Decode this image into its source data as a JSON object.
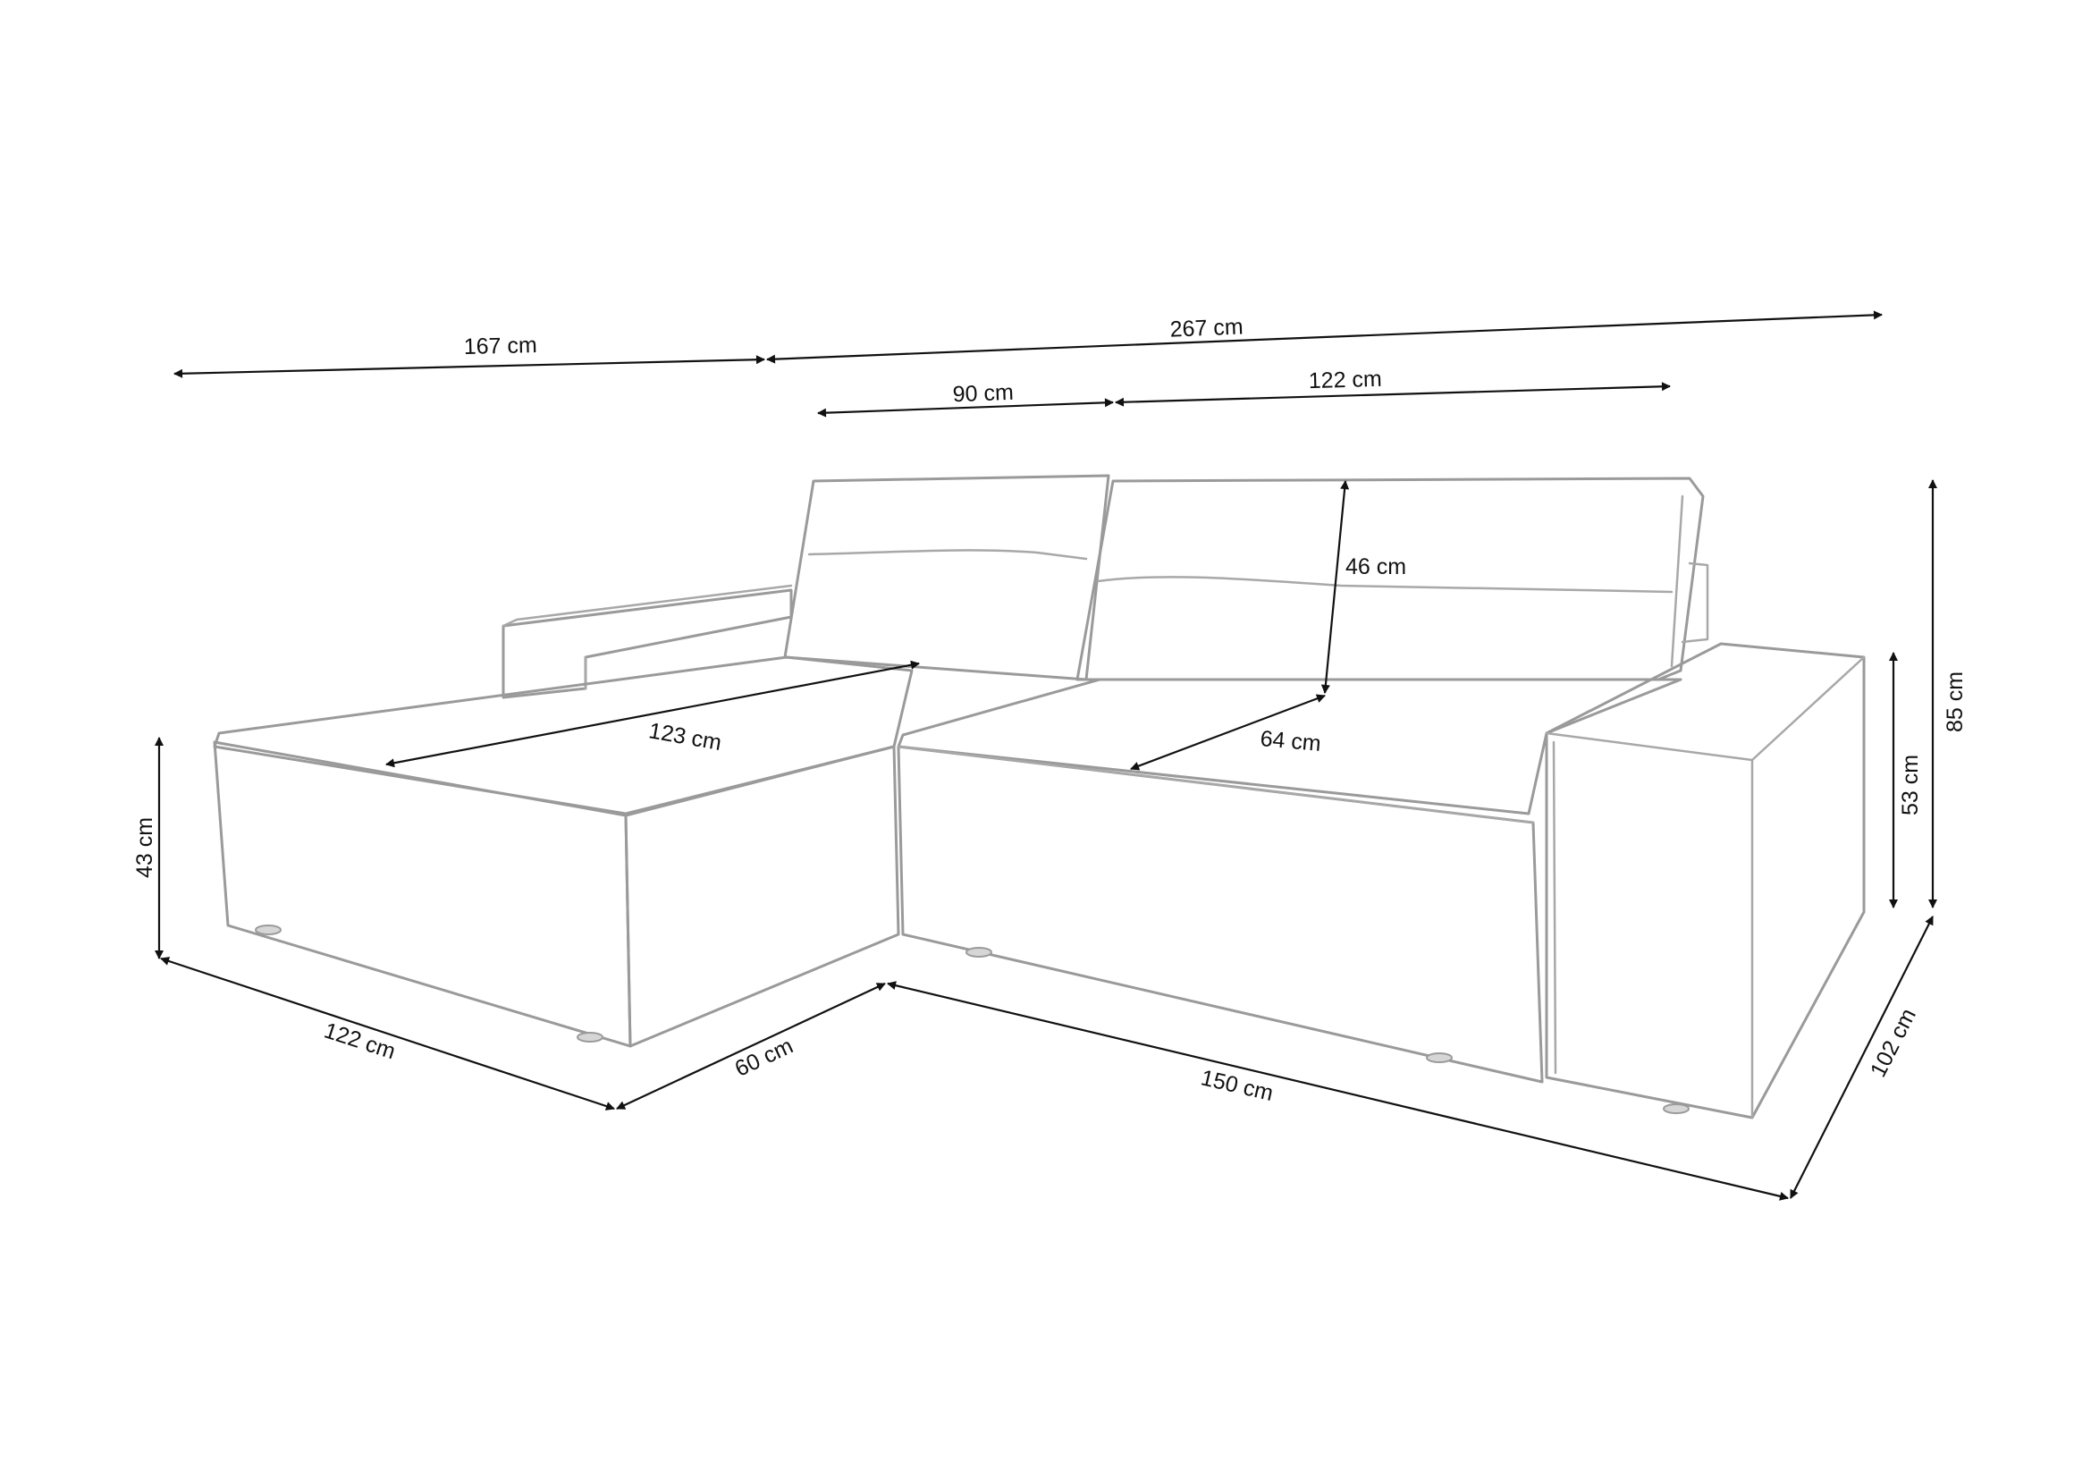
{
  "dimensions": {
    "total_width_267": "267 cm",
    "chaise_length_167": "167 cm",
    "back_cushion_left_90": "90 cm",
    "back_cushion_right_122": "122 cm",
    "chaise_seat_depth_123": "123 cm",
    "backrest_height_46": "46 cm",
    "seat_depth_64": "64 cm",
    "seat_height_43": "43 cm",
    "armrest_height_53": "53 cm",
    "overall_height_85": "85 cm",
    "chaise_side_122": "122 cm",
    "chaise_width_60": "60 cm",
    "front_length_150": "150 cm",
    "depth_102": "102 cm"
  },
  "colors": {
    "outline": "#9a9a9a",
    "dimension_line": "#111111",
    "background": "#ffffff"
  }
}
